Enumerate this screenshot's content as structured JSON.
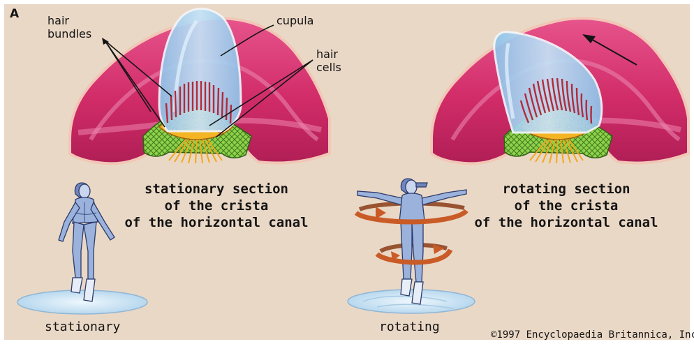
{
  "panel_letter": "A",
  "labels": {
    "hair_bundles": [
      "hair",
      "bundles"
    ],
    "cupula": "cupula",
    "hair_cells": [
      "hair",
      "cells"
    ]
  },
  "stationary": {
    "section_title": [
      "stationary section",
      "of the crista",
      "of the horizontal canal"
    ],
    "caption": "stationary"
  },
  "rotating": {
    "section_title": [
      "rotating section",
      "of the crista",
      "of the horizontal canal"
    ],
    "caption": "rotating"
  },
  "copyright": "©1997 Encyclopaedia Britannica, Inc",
  "colors": {
    "background": "#ead8c6",
    "canal_wall": "#d8306e",
    "cupula": "#a9d4f0",
    "hair_cells": "#f0b020",
    "supporting_cells": "#7cc33c",
    "skater": "#8fa9d6",
    "rotation_arrows": "#c85a26",
    "ice": "#cfe6f4"
  }
}
